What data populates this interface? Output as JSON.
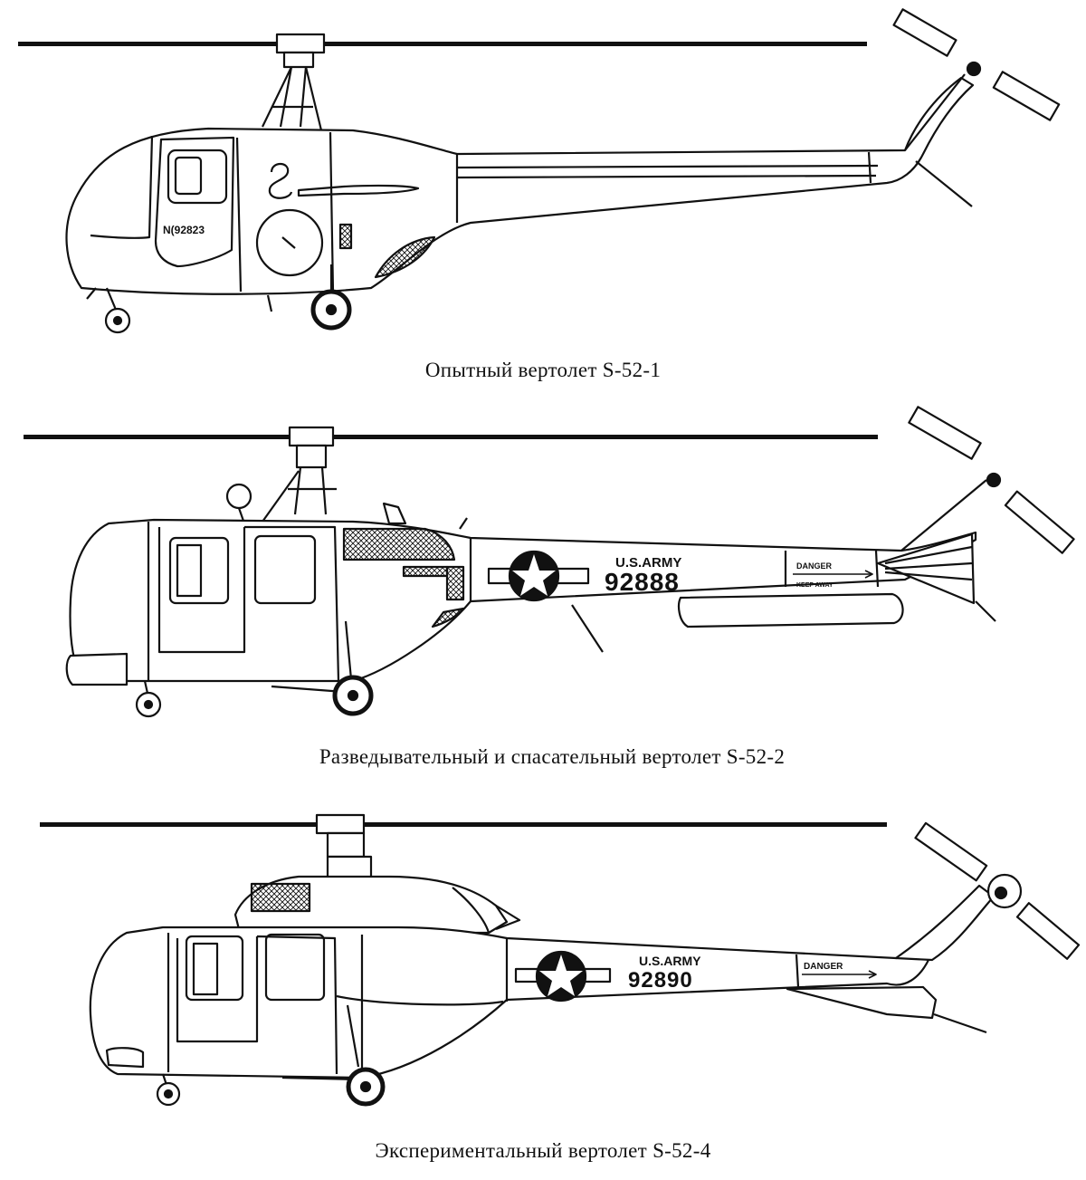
{
  "captions": {
    "s52_1": "Опытный вертолет S-52-1",
    "s52_2": "Разведывательный и спасательный вертолет S-52-2",
    "s52_4": "Экспериментальный вертолет S-52-4"
  },
  "markings": {
    "s52_1_registration": "N(92823",
    "s52_2_service": "U.S.ARMY",
    "s52_2_serial": "92888",
    "s52_2_warning_1": "DANGER",
    "s52_2_warning_2": "KEEP AWAY",
    "s52_4_service": "U.S.ARMY",
    "s52_4_serial": "92890",
    "s52_4_warning": "DANGER"
  },
  "colors": {
    "ink": "#111111",
    "paper": "#ffffff"
  }
}
